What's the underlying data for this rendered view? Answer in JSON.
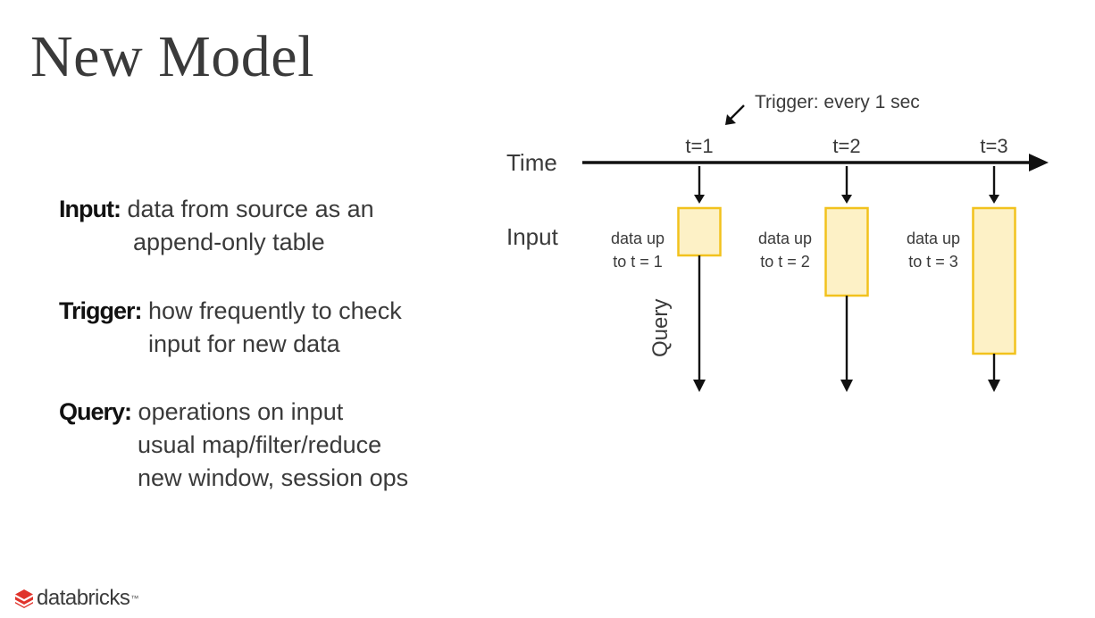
{
  "slide": {
    "title": "New Model"
  },
  "definitions": {
    "input": {
      "term": "Input:",
      "lines": [
        "data from source as an",
        "append-only table"
      ]
    },
    "trigger": {
      "term": "Trigger:",
      "lines": [
        "how frequently to check",
        "input for new data"
      ]
    },
    "query": {
      "term": "Query:",
      "lines": [
        "operations on input",
        "usual map/filter/reduce",
        "new window, session ops"
      ]
    }
  },
  "diagram": {
    "trigger_label": "Trigger: every 1 sec",
    "time_label": "Time",
    "input_label": "Input",
    "query_label": "Query",
    "ticks": [
      {
        "label": "t=1",
        "data_line1": "data up",
        "data_line2": "to t = 1"
      },
      {
        "label": "t=2",
        "data_line1": "data up",
        "data_line2": "to t = 2"
      },
      {
        "label": "t=3",
        "data_line1": "data up",
        "data_line2": "to t = 3"
      }
    ],
    "colors": {
      "line": "#111111",
      "box_fill": "#fdf1c6",
      "box_stroke": "#f2c21d"
    }
  },
  "branding": {
    "logo_text": "databricks",
    "logo_color": "#e0332b"
  }
}
